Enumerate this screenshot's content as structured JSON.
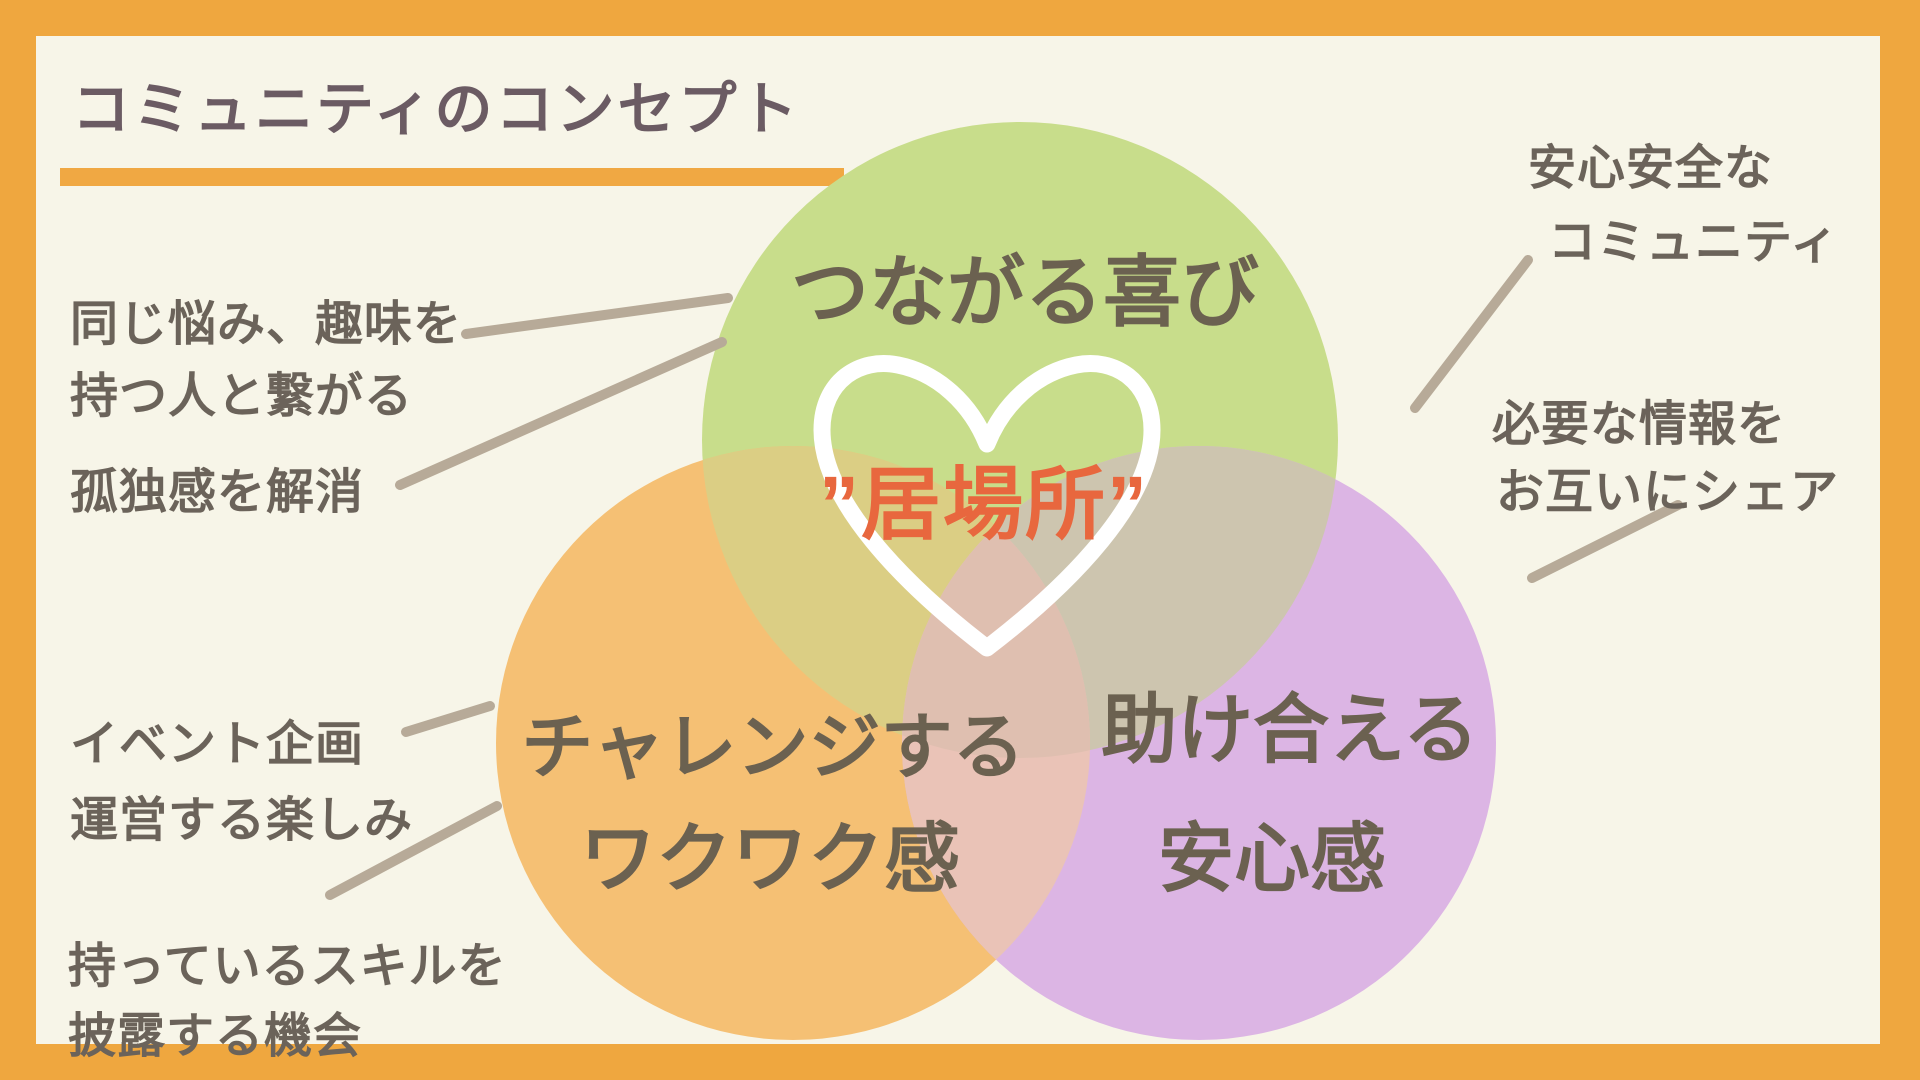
{
  "title": "コミュニティのコンセプト",
  "venn": {
    "circles": [
      {
        "id": "green",
        "label": "つながる喜び"
      },
      {
        "id": "orange",
        "label_line1": "チャレンジする",
        "label_line2": "ワクワク感"
      },
      {
        "id": "purple",
        "label_line1": "助け合える",
        "label_line2": "安心感"
      }
    ],
    "center_label": "”居場所”"
  },
  "annotations": {
    "top_left_line1": "同じ悩み、趣味を",
    "top_left_line2": "持つ人と繋がる",
    "mid_left": "孤独感を解消",
    "bottom_left_line1": "イベント企画",
    "bottom_left_line2": "運営する楽しみ",
    "bottom_left_line3": "持っているスキルを",
    "bottom_left_line4": "披露する機会",
    "top_right_line1": "安心安全な",
    "top_right_line2": "コミュニティ",
    "mid_right_line1": "必要な情報を",
    "mid_right_line2": "お互いにシェア"
  },
  "colors": {
    "frame": "#efa73f",
    "panel": "#f7f5e8",
    "underline": "#f0a843",
    "title_text": "#6b5b63",
    "circle_label_text": "#6b6150",
    "annotation_text": "#6b635a",
    "connector_line": "#b7aa98",
    "heart_stroke": "#ffffff",
    "center_text": "#e8673e",
    "green_circle": "#c8dd8b",
    "orange_circle": "#f5c074",
    "purple_circle": "#dcb5e4",
    "overlap_green_orange": "#dbce84",
    "overlap_green_purple": "#cdc5af",
    "overlap_orange_purple": "#eac3b7",
    "overlap_center": "#dfbfb0"
  }
}
